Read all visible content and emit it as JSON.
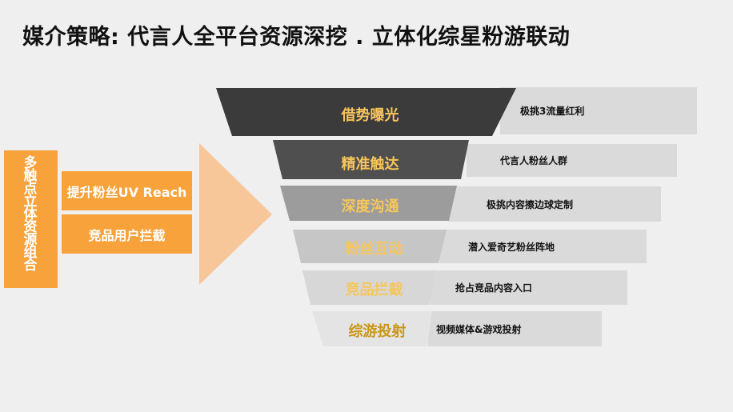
{
  "title": "媒介策略: 代言人全平台资源深挖  .  立体化综星粉游联动",
  "left": {
    "vertical_label": "多触点立体资源组合",
    "box1": "提升粉丝UV Reach",
    "box2": "竞品用户拦截"
  },
  "funnel": [
    {
      "label": "借势曝光",
      "desc": "极挑3流量红利",
      "fill": "#3b3b3b",
      "text_color": "#f6c65b"
    },
    {
      "label": "精准触达",
      "desc": "代言人粉丝人群",
      "fill": "#4f4f4f",
      "text_color": "#f6c65b"
    },
    {
      "label": "深度沟通",
      "desc": "极挑内容擦边球定制",
      "fill": "#9c9c9c",
      "text_color": "#f6c65b"
    },
    {
      "label": "粉丝互动",
      "desc": "潜入爱奇艺粉丝阵地",
      "fill": "#c6c6c6",
      "text_color": "#f6c65b"
    },
    {
      "label": "竞品拦截",
      "desc": "抢占竞品内容入口",
      "fill": "#d7d7d7",
      "text_color": "#f6c65b"
    },
    {
      "label": "综游投射",
      "desc": "视频媒体&游戏投射",
      "fill": "#e4e4e4",
      "text_color": "#c9961a"
    }
  ]
}
